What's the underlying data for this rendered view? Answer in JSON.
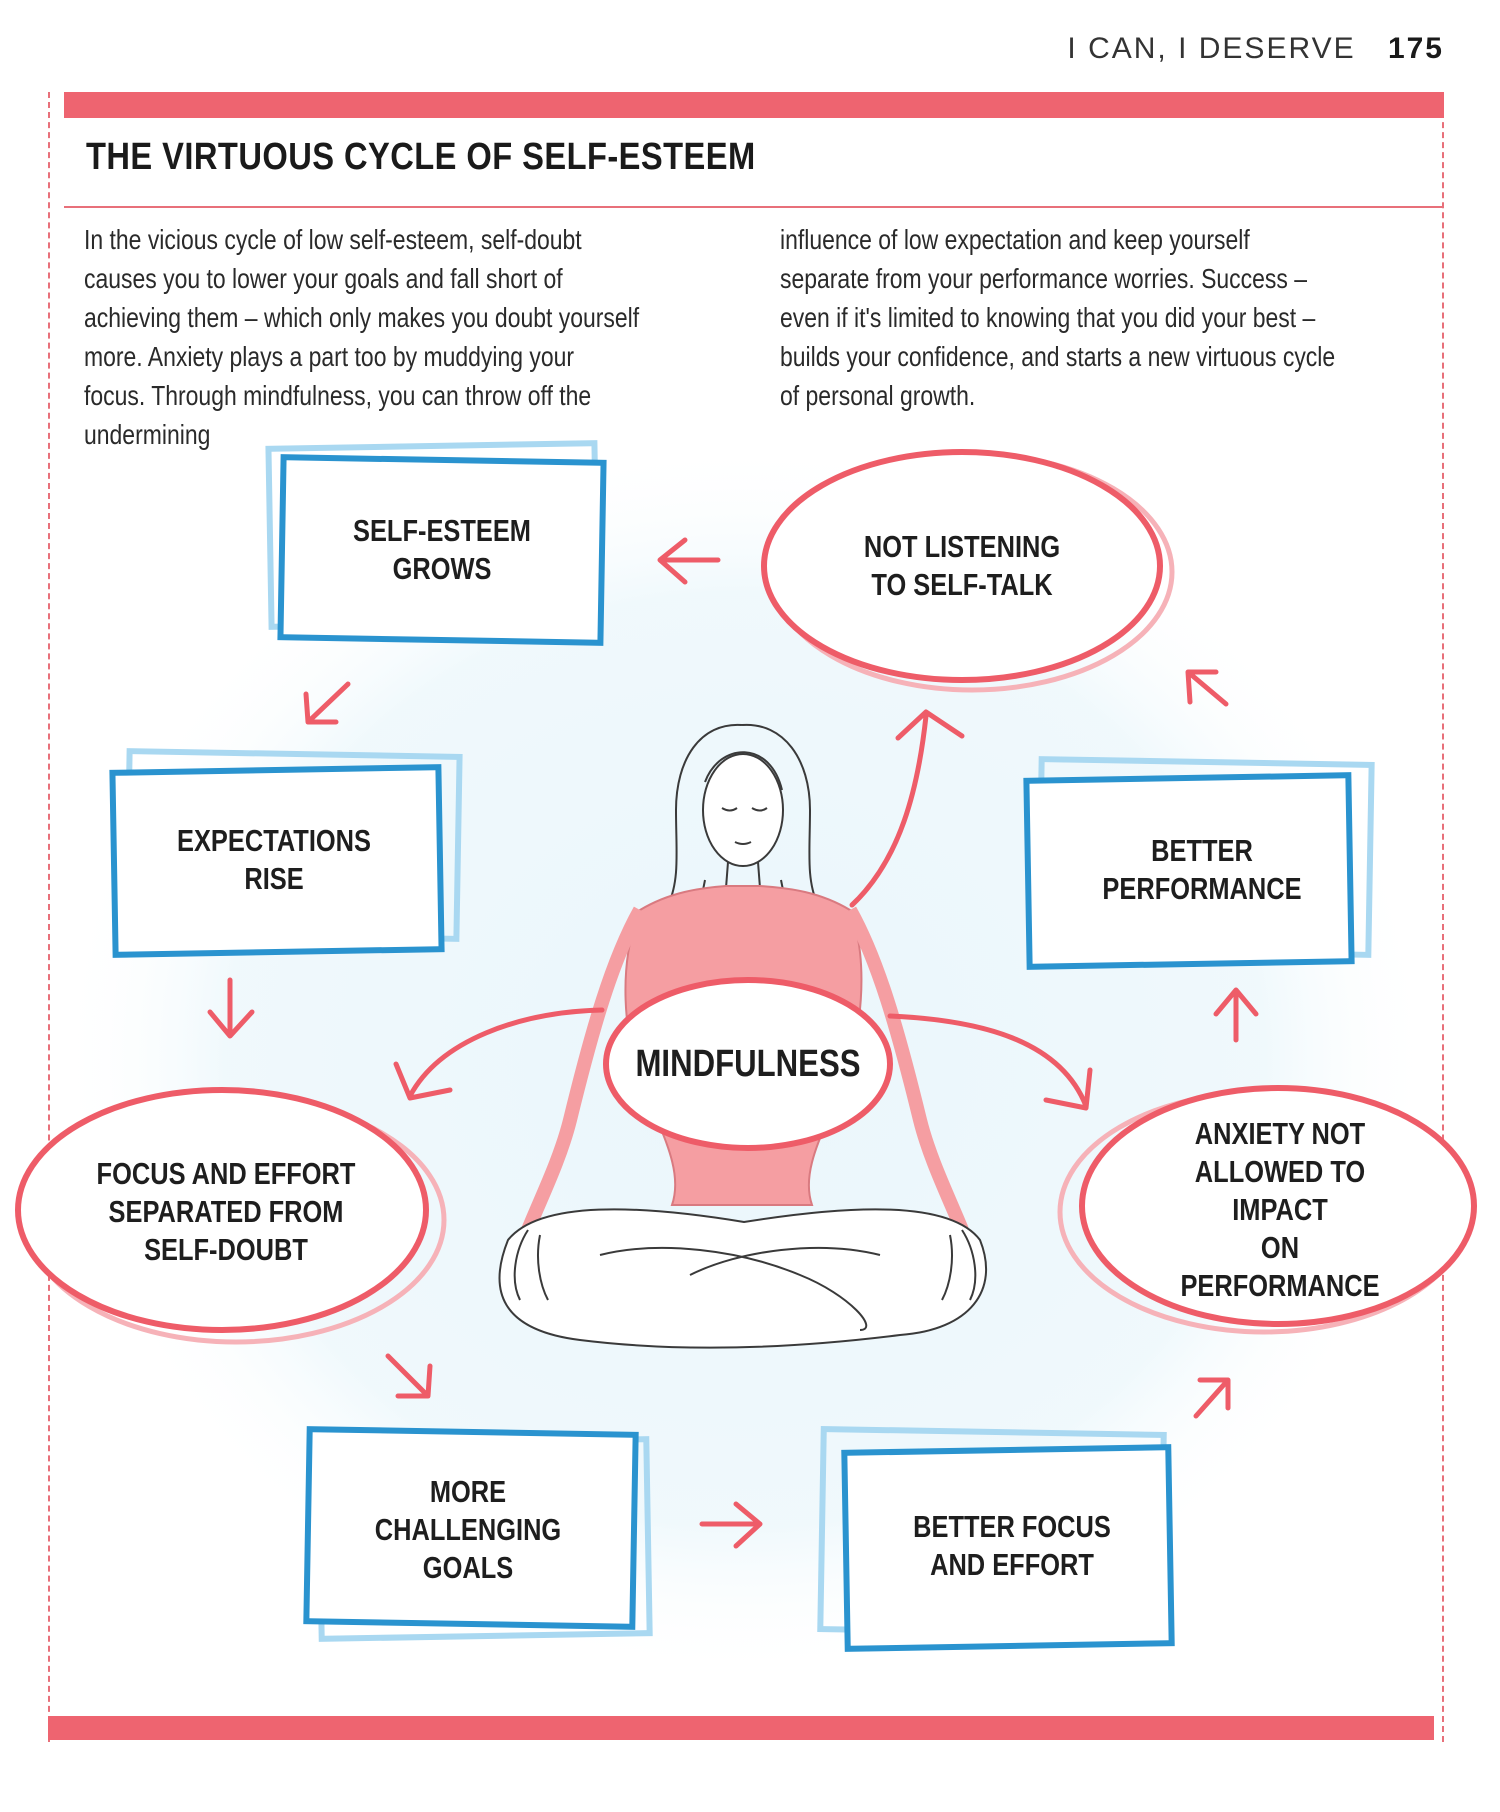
{
  "header": {
    "section": "I CAN, I DESERVE",
    "page_number": "175"
  },
  "title": "THE VIRTUOUS CYCLE OF SELF-ESTEEM",
  "intro": {
    "col1": "In the vicious cycle of low self-esteem, self-doubt causes you to lower your goals and fall short of achieving them – which only makes you doubt yourself more. Anxiety plays a part too by muddying your focus. Through mindfulness, you can throw off the undermining",
    "col2": "influence of low expectation and keep yourself separate from your performance worries. Success – even if it's limited to knowing that you did your best – builds your confidence, and starts a new virtuous cycle of personal growth."
  },
  "colors": {
    "accent_red": "#ee5c68",
    "light_red": "#f6b2b8",
    "box_blue": "#2a93cf",
    "light_blue": "#a9d8f1",
    "figure_fill": "#f59ea2",
    "backdrop": "#eaf6fb"
  },
  "diagram": {
    "center": "MINDFULNESS",
    "nodes": {
      "self_esteem_grows": "SELF-ESTEEM\nGROWS",
      "not_listening": "NOT LISTENING\nTO SELF-TALK",
      "expectations_rise": "EXPECTATIONS\nRISE",
      "better_performance": "BETTER\nPERFORMANCE",
      "focus_effort_separated": "FOCUS AND EFFORT\nSEPARATED FROM\nSELF-DOUBT",
      "anxiety_not_allowed": "ANXIETY NOT\nALLOWED TO IMPACT\nON PERFORMANCE",
      "more_challenging_goals": "MORE\nCHALLENGING\nGOALS",
      "better_focus_effort": "BETTER FOCUS\nAND EFFORT"
    }
  }
}
